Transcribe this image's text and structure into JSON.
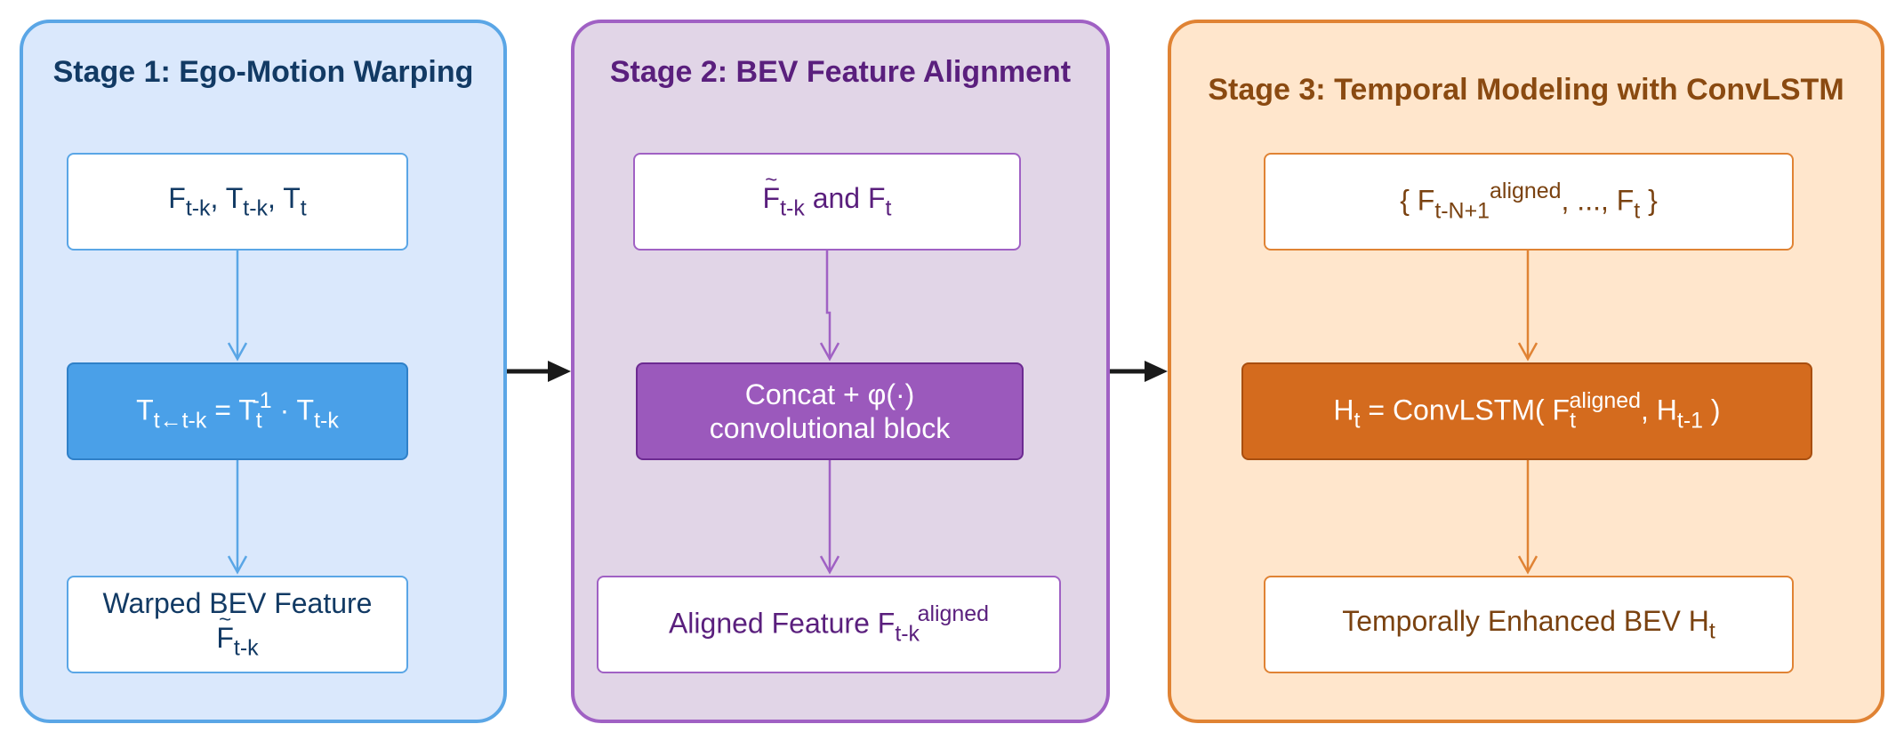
{
  "stages": [
    {
      "title": "Stage 1: Ego-Motion Warping",
      "nodes": {
        "input": {
          "F": "F",
          "Fsub": "t-k",
          "sep1": ", ",
          "T": "T",
          "Tsub": "t-k",
          "sep2": ", ",
          "T2": "T",
          "T2sub": "t"
        },
        "transform": {
          "lhs": "T",
          "lhs_sub": "t←t-k",
          "eq": " = ",
          "t1": "T",
          "t1_sub": "t",
          "t1_sup": "-1",
          "dot": " · ",
          "t2": "T",
          "t2_sub": "t-k"
        },
        "output": {
          "line1": "Warped BEV Feature",
          "F": "F",
          "Fsub": "t-k"
        }
      }
    },
    {
      "title": "Stage 2: BEV Feature Alignment",
      "nodes": {
        "input": {
          "F": "F",
          "Fsub": "t-k",
          "and": " and ",
          "F2": "F",
          "F2sub": "t"
        },
        "process": {
          "line1": "Concat + φ(·)",
          "line2": "convolutional block"
        },
        "output": {
          "text": "Aligned Feature ",
          "F": "F",
          "Fsub": "t-k",
          "Fsup": "aligned"
        }
      }
    },
    {
      "title": "Stage 3: Temporal Modeling with ConvLSTM",
      "nodes": {
        "input": {
          "open": "{ ",
          "F": "F",
          "Fsub": "t-N+1",
          "Fsup": "aligned",
          "mid": ", ..., ",
          "F2": "F",
          "F2sub": "t",
          "close": " }"
        },
        "process": {
          "H": "H",
          "Hsub": "t",
          "eq": " = ConvLSTM( ",
          "F": "F",
          "Fsub": "t",
          "Fsup": "aligned",
          "comma": ", ",
          "H2": "H",
          "H2sub": "t-1",
          "close": " )"
        },
        "output": {
          "text": "Temporally Enhanced BEV ",
          "H": "H",
          "Hsub": "t"
        }
      }
    }
  ],
  "colors": {
    "blue": "#5aa6e6",
    "purple": "#a061c4",
    "orange": "#e08334",
    "connector": "#1a1a1a"
  }
}
